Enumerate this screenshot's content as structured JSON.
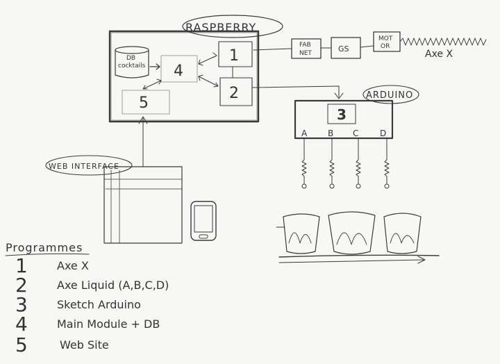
{
  "diagram": {
    "raspberry_label": "RASPBERRY",
    "arduino_label": "ARDUINO",
    "web_interface_label": "WEB INTERFACE",
    "db_label_line1": "DB",
    "db_label_line2": "cocktails",
    "box_4": "4",
    "box_1": "1",
    "box_2": "2",
    "box_5": "5",
    "box_3": "3",
    "fab_net_line1": "FAB",
    "fab_net_line2": "NET",
    "gs_label": "GS",
    "motor_line1": "MOT",
    "motor_line2": "OR",
    "axe_x_label": "Axe X",
    "pins": [
      "A",
      "B",
      "C",
      "D"
    ]
  },
  "legend": {
    "title": "Programmes",
    "items": [
      {
        "num": "1",
        "text": "Axe X"
      },
      {
        "num": "2",
        "text": "Axe Liquid (A,B,C,D)"
      },
      {
        "num": "3",
        "text": "Sketch Arduino"
      },
      {
        "num": "4",
        "text": "Main Module + DB"
      },
      {
        "num": "5",
        "text": "Web Site"
      }
    ]
  }
}
